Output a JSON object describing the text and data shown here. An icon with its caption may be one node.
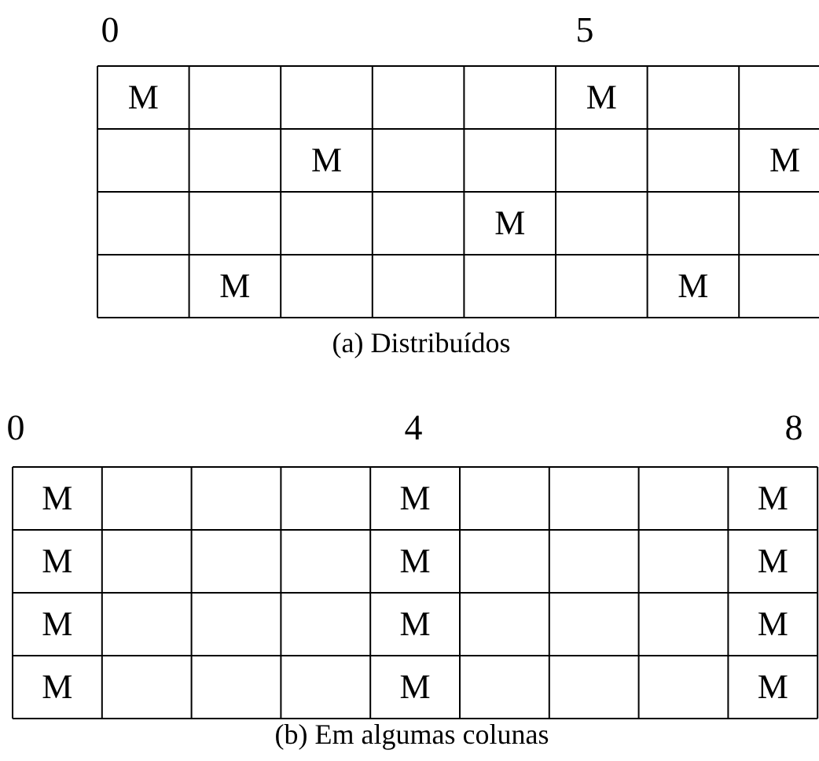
{
  "diagram": {
    "labels": [
      "0",
      "5",
      "M",
      "M",
      "M",
      "M",
      "M",
      "M",
      "M",
      "(a) Distribuídos",
      "0",
      "4",
      "8",
      "M",
      "M",
      "M",
      "M",
      "M",
      "M",
      "M",
      "M",
      "M",
      "M",
      "M",
      "M",
      "(b) Em algumas colunas"
    ]
  }
}
